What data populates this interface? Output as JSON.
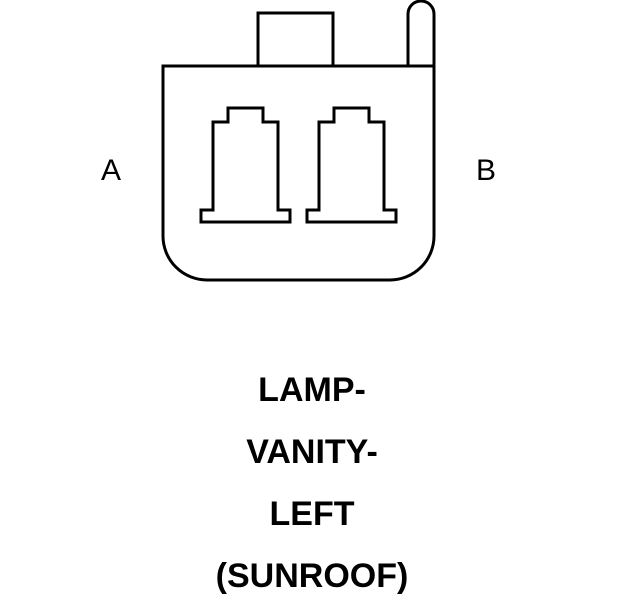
{
  "connector": {
    "pin_a_label": "A",
    "pin_b_label": "B"
  },
  "caption": {
    "line1": "LAMP-",
    "line2": "VANITY-",
    "line3": "LEFT",
    "line4": "(SUNROOF)"
  },
  "colors": {
    "stroke": "#000000",
    "background": "#ffffff"
  }
}
